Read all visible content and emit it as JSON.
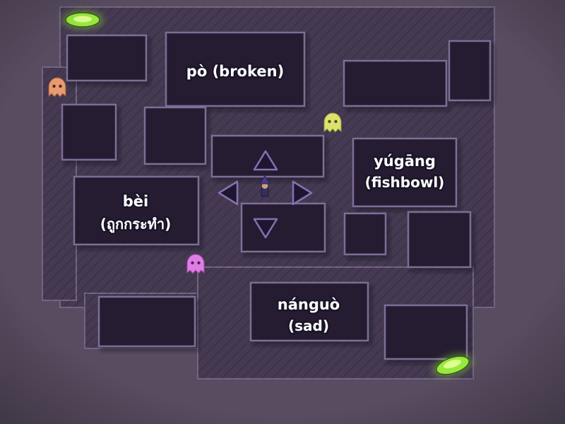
{
  "colors": {
    "background": "#584c60",
    "corridor": "#453a52",
    "wall": "#251d31",
    "wall_border": "#7e6d96",
    "portal_green": "#97e83f",
    "portal_glow": "#dcff8e",
    "ghost_orange": "#e89a70",
    "ghost_yellow": "#dde26f",
    "ghost_pink": "#e07de4",
    "arrow_fill": "#1d1630",
    "arrow_border": "#8a6fb0",
    "label_text": "#ffffff",
    "label_outline": "#1a1426"
  },
  "labels": {
    "po": {
      "line1": "pò (broken)"
    },
    "yugang": {
      "line1": "yúgāng",
      "line2": "(fishbowl)"
    },
    "bei": {
      "line1": "bèi",
      "line2": "(ถูกกระทำ)"
    },
    "nanguo": {
      "line1": "nánguò",
      "line2": "(sad)"
    }
  },
  "entities": {
    "player": "player-character",
    "ghosts": [
      "orange-ghost",
      "yellow-ghost",
      "pink-ghost"
    ],
    "portals": [
      "top-left-exit",
      "bottom-right-exit"
    ]
  },
  "controls": {
    "up": "up-arrow",
    "down": "down-arrow",
    "left": "left-arrow",
    "right": "right-arrow"
  }
}
